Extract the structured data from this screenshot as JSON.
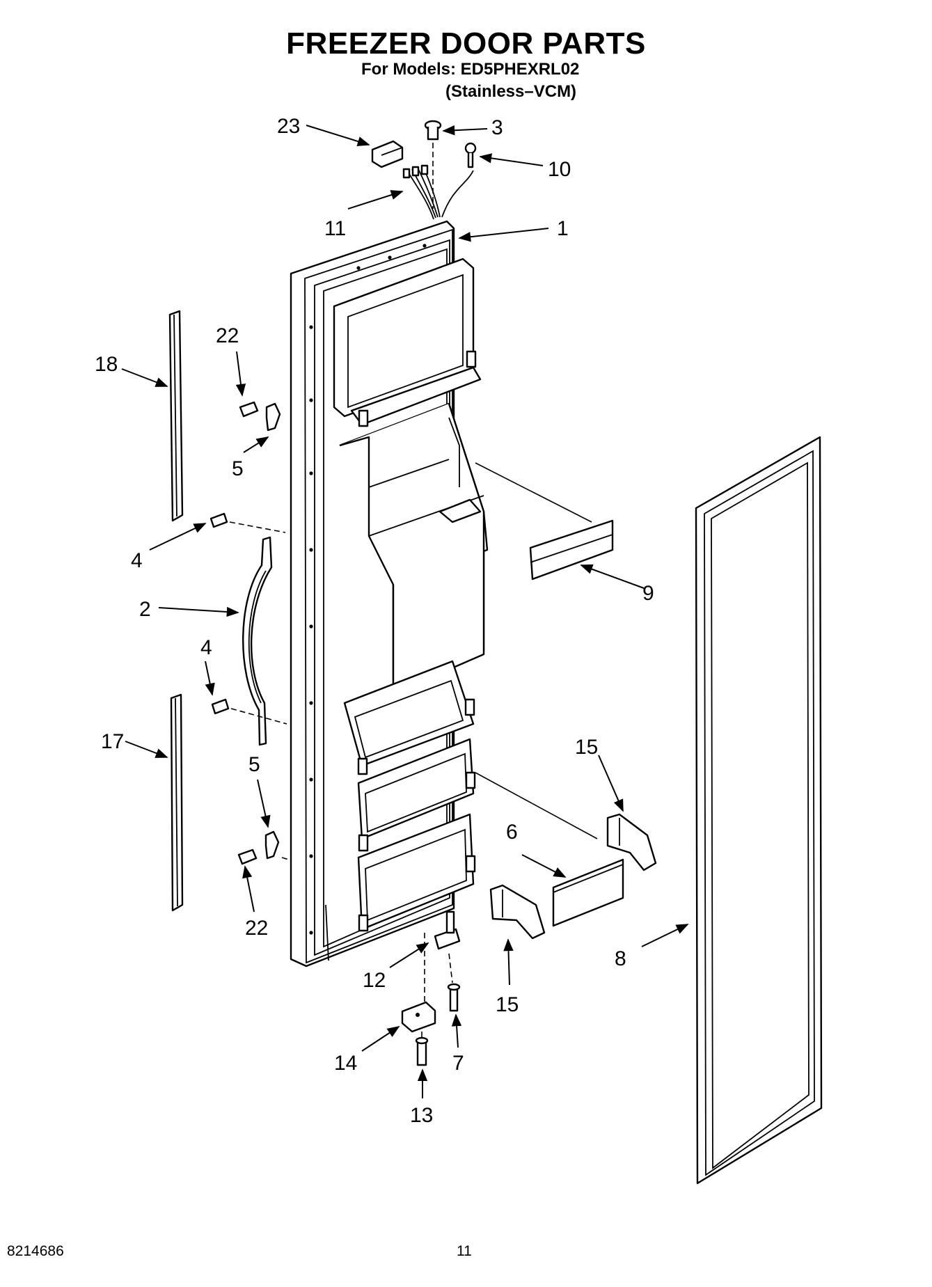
{
  "header": {
    "title": "FREEZER DOOR PARTS",
    "models_line": "For Models: ED5PHEXRL02",
    "variant_line": "(Stainless–VCM)"
  },
  "footer": {
    "doc_number": "8214686",
    "page_number": "11"
  },
  "callouts": {
    "c1": "1",
    "c2": "2",
    "c3": "3",
    "c4a": "4",
    "c4b": "4",
    "c5a": "5",
    "c5b": "5",
    "c6": "6",
    "c7": "7",
    "c8": "8",
    "c9": "9",
    "c10": "10",
    "c11": "11",
    "c12": "12",
    "c13": "13",
    "c14": "14",
    "c15a": "15",
    "c15b": "15",
    "c17": "17",
    "c18": "18",
    "c22a": "22",
    "c22b": "22",
    "c23": "23"
  }
}
